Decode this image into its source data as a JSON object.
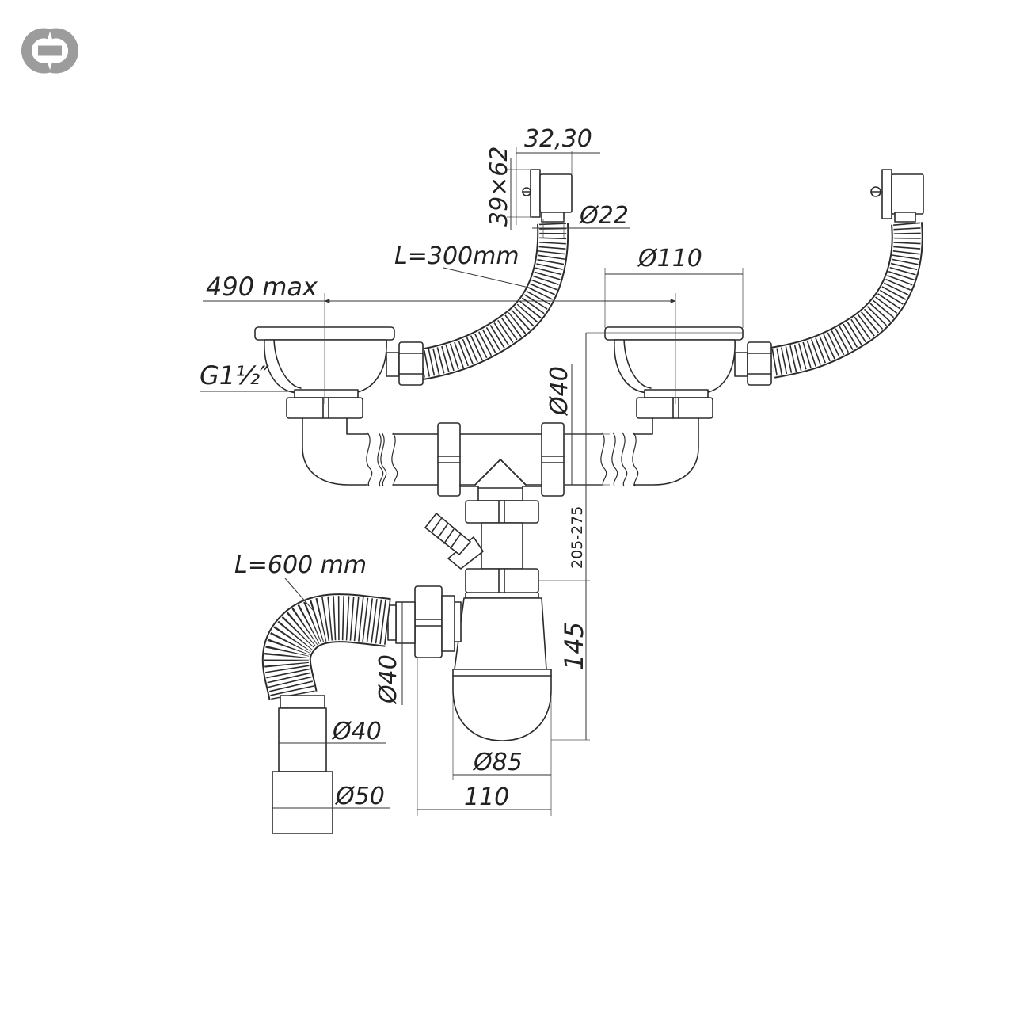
{
  "dimensions": {
    "outlet_width": "32,30",
    "outlet_size": "39×62",
    "overflow_hose_diameter": "Ø22",
    "overflow_hose_length": "L=300mm",
    "bowl_diameter": "Ø110",
    "max_spacing": "490 max",
    "thread": "G1½″",
    "pipe_diameter_top": "Ø40",
    "height_range": "205-275",
    "drain_hose_length": "L=600 mm",
    "trap_height": "145",
    "side_outlet_diameter": "Ø40",
    "hose_end_diameter": "Ø40",
    "hose_cuff_diameter": "Ø50",
    "trap_diameter": "Ø85",
    "trap_offset": "110"
  },
  "logo": {
    "icon": "chain-link-icon",
    "color": "#9c9c9c"
  }
}
